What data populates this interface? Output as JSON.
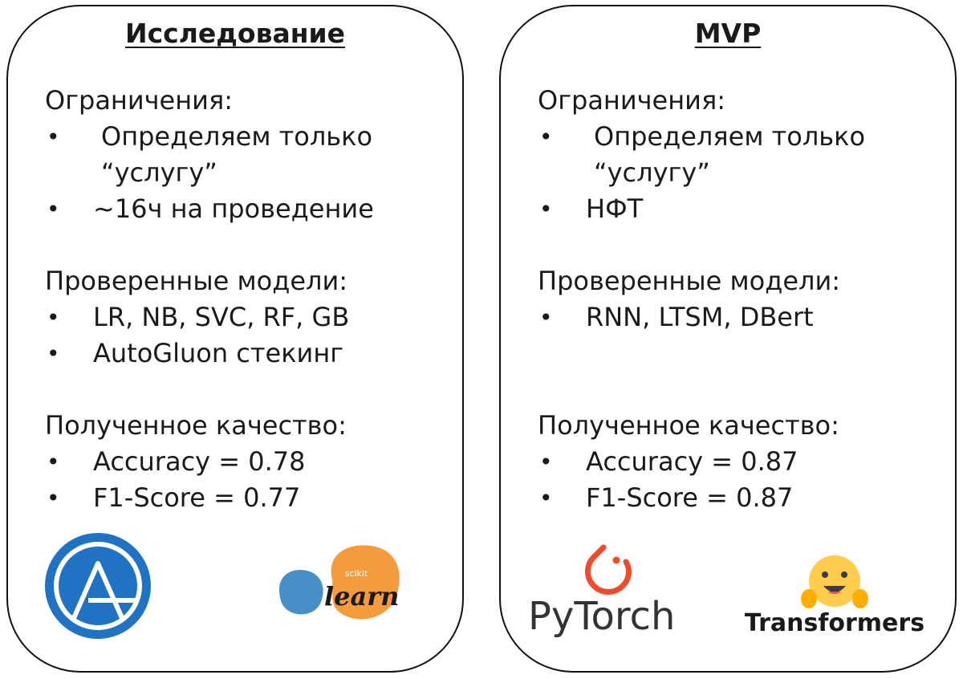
{
  "cards": [
    {
      "title": "Исследование",
      "constraints": {
        "heading": "Ограничения:",
        "items": [
          "Определяем только\n“услугу”",
          "~16ч на проведение"
        ]
      },
      "models": {
        "heading": "Проверенные модели:",
        "items": [
          "LR, NB, SVC, RF, GB",
          "AutoGluon стекинг"
        ]
      },
      "quality": {
        "heading": "Полученное качество:",
        "items": [
          "Accuracy = 0.78",
          "F1-Score = 0.77"
        ]
      },
      "logos": [
        {
          "icon": "autogluon-logo",
          "text": ""
        },
        {
          "icon": "scikit-learn-logo",
          "text_small": "scikit",
          "text": "learn"
        }
      ]
    },
    {
      "title": "MVP",
      "constraints": {
        "heading": "Ограничения:",
        "items": [
          "Определяем только\n“услугу”",
          "НФТ"
        ]
      },
      "models": {
        "heading": "Проверенные модели:",
        "items": [
          "RNN, LTSM, DBert"
        ]
      },
      "quality": {
        "heading": "Полученное качество:",
        "items": [
          "Accuracy = 0.87",
          "F1-Score = 0.87"
        ]
      },
      "logos": [
        {
          "icon": "pytorch-logo",
          "text": "PyTorch"
        },
        {
          "icon": "huggingface-logo",
          "text": "Transformers"
        }
      ]
    }
  ],
  "bullet_symbol": "•",
  "colors": {
    "border": "#111111",
    "autogluon_blue": "#1f73c2",
    "sklearn_orange": "#f59b3d",
    "sklearn_blue": "#4a90c8",
    "pytorch_orange": "#ee4c2c",
    "hf_yellow": "#ffcc4d"
  }
}
